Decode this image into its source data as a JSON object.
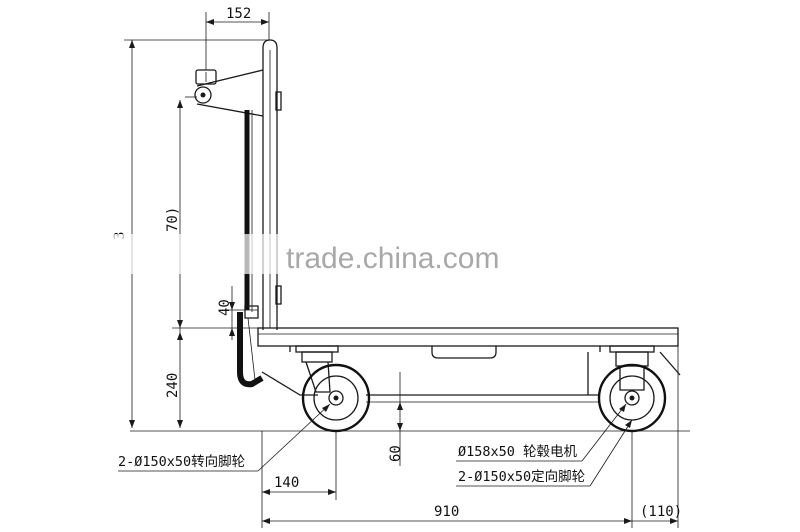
{
  "dimensions": {
    "top_width": "152",
    "overall_height": "3",
    "handle_height": "70)",
    "gap": "40",
    "deck_height": "240",
    "wheel_clearance": "60",
    "front_offset": "140",
    "length": "910",
    "overhang": "(110)"
  },
  "labels": {
    "caster_swivel": "2-Ø150x50转向脚轮",
    "hub_motor": "Ø158x50 轮毂电机",
    "caster_fixed": "2-Ø150x50定向脚轮"
  },
  "watermark": "trade.china.com"
}
